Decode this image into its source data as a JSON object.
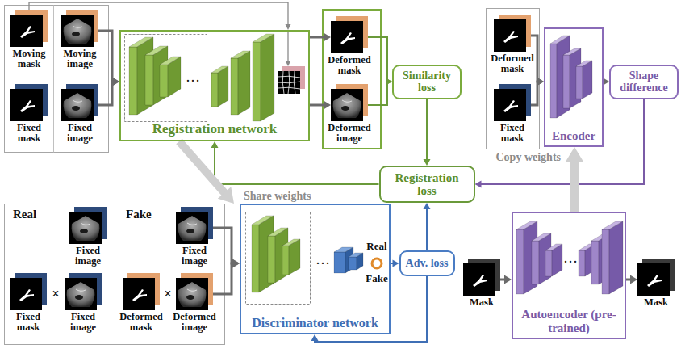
{
  "diagram": {
    "nodes": [
      {
        "text": [
          "Moving mask"
        ]
      },
      {
        "text": [
          "Moving image"
        ]
      },
      {
        "text": [
          "Fixed mask"
        ]
      },
      {
        "text": [
          "Fixed image"
        ]
      },
      {
        "text": [
          "Registration network"
        ]
      },
      {
        "text": [
          "Deformed mask"
        ]
      },
      {
        "text": [
          "Deformed image"
        ]
      },
      {
        "text": [
          "Similarity loss"
        ]
      },
      {
        "text": [
          "Registration loss"
        ]
      },
      {
        "text": [
          "Deformed mask"
        ]
      },
      {
        "text": [
          "Fixed mask"
        ]
      },
      {
        "text": [
          "Encoder"
        ]
      },
      {
        "text": [
          "Shape difference"
        ]
      },
      {
        "text": [
          "Fixed image"
        ]
      },
      {
        "text": [
          "Fixed mask"
        ]
      },
      {
        "text": [
          "Fixed image"
        ]
      },
      {
        "text": [
          "Fixed image"
        ]
      },
      {
        "text": [
          "Deformed mask"
        ]
      },
      {
        "text": [
          "Deformed image"
        ]
      },
      {
        "text": [
          "Discriminator network"
        ]
      },
      {
        "text": [
          "Adv. loss"
        ]
      },
      {
        "text": [
          "Mask"
        ]
      },
      {
        "text": [
          "Autoencoder (pre-trained)"
        ]
      },
      {
        "text": [
          "Mask"
        ]
      }
    ],
    "edges": [
      {
        "from": 0,
        "to": 4,
        "arrow": "to"
      },
      {
        "from": 1,
        "to": 4,
        "arrow": "to"
      },
      {
        "from": 3,
        "to": 4,
        "arrow": "to"
      },
      {
        "from": 4,
        "to": 5,
        "arrow": "to"
      },
      {
        "from": 4,
        "to": 6,
        "arrow": "to"
      },
      {
        "from": 5,
        "to": 7,
        "arrow": "to"
      },
      {
        "from": 6,
        "to": 7,
        "arrow": "to"
      },
      {
        "from": 7,
        "to": 8,
        "arrow": "to"
      },
      {
        "from": 8,
        "to": 4,
        "arrow": "to"
      },
      {
        "from": 4,
        "to": 19,
        "arrow": "to",
        "label": "Share weights"
      },
      {
        "from": 9,
        "to": 11,
        "arrow": "to"
      },
      {
        "from": 10,
        "to": 11,
        "arrow": "to"
      },
      {
        "from": 11,
        "to": 12,
        "arrow": "to"
      },
      {
        "from": 12,
        "to": 8,
        "arrow": "to"
      },
      {
        "from": 16,
        "to": 19,
        "arrow": "to"
      },
      {
        "from": 18,
        "to": 19,
        "arrow": "to"
      },
      {
        "from": 19,
        "to": 20,
        "arrow": "to"
      },
      {
        "from": 20,
        "to": 8,
        "arrow": "to"
      },
      {
        "from": 20,
        "to": 19,
        "arrow": "to"
      },
      {
        "from": 21,
        "to": 22,
        "arrow": "to"
      },
      {
        "from": 22,
        "to": 23,
        "arrow": "to"
      },
      {
        "from": 22,
        "to": 11,
        "arrow": "to",
        "label": "Copy weights"
      }
    ],
    "labels": [
      "…",
      "Real",
      "Fake",
      "×",
      "×",
      "…",
      "Real",
      "Fake",
      "…"
    ]
  }
}
